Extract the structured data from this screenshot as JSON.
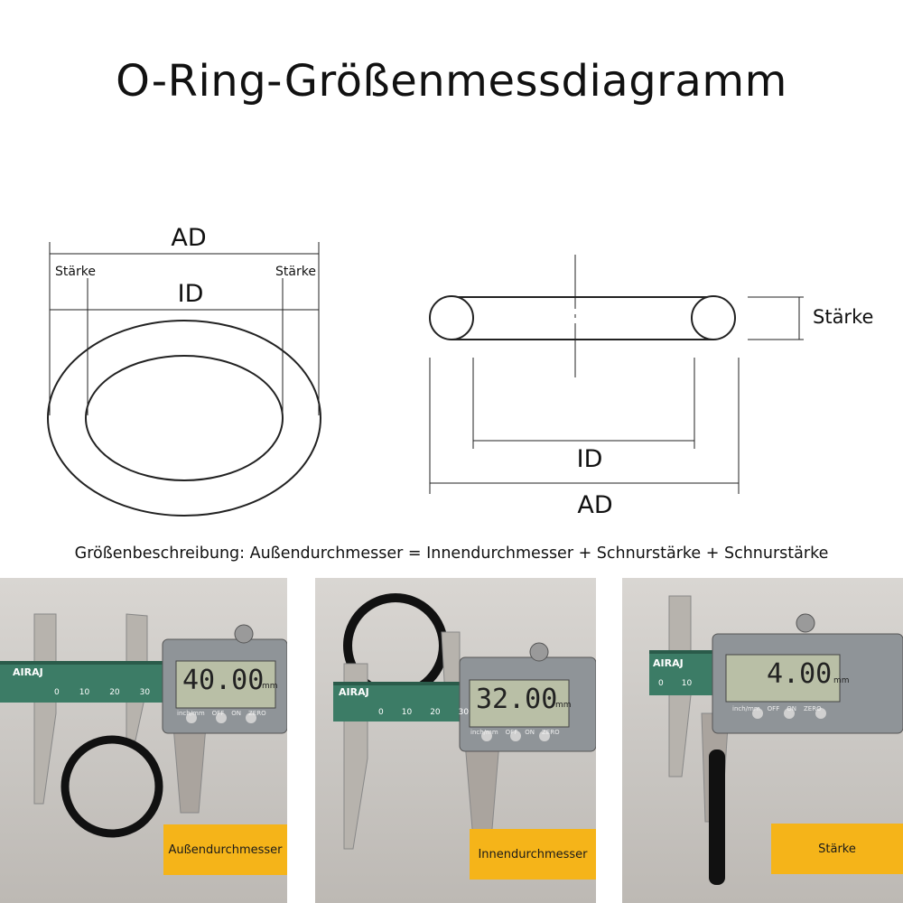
{
  "title": "O-Ring-Größenmessdiagramm",
  "diagram": {
    "left": {
      "od_label": "AD",
      "id_label": "ID",
      "thickness_left": "Stärke",
      "thickness_right": "Stärke"
    },
    "right": {
      "thickness_label": "Stärke",
      "id_label": "ID",
      "od_label": "AD"
    }
  },
  "description": "Größenbeschreibung: Außendurchmesser = Innendurchmesser + Schnurstärke + Schnurstärke",
  "photos": [
    {
      "brand": "AIRAJ",
      "reading": "40.00",
      "unit": "mm",
      "scale": [
        "0",
        "10",
        "20",
        "30"
      ],
      "buttons": [
        "inch/mm",
        "OFF",
        "ON",
        "ZERO"
      ],
      "caption": "Außendurchmesser"
    },
    {
      "brand": "AIRAJ",
      "reading": "32.00",
      "unit": "mm",
      "scale": [
        "0",
        "10",
        "20",
        "30"
      ],
      "buttons": [
        "inch/mm",
        "OFF",
        "ON",
        "ZERO"
      ],
      "caption": "Innendurchmesser"
    },
    {
      "brand": "AIRAJ",
      "reading": "4.00",
      "unit": "mm",
      "scale": [
        "0",
        "10"
      ],
      "buttons": [
        "inch/mm",
        "OFF",
        "ON",
        "ZERO"
      ],
      "caption": "Stärke"
    }
  ]
}
